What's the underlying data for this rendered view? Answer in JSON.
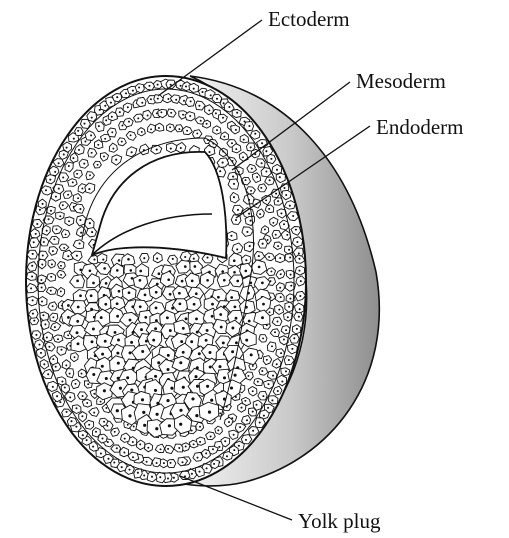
{
  "diagram": {
    "labels": {
      "ectoderm": "Ectoderm",
      "mesoderm": "Mesoderm",
      "endoderm": "Endoderm",
      "yolk_plug": "Yolk plug"
    },
    "colors": {
      "ink": "#111111",
      "paper": "#ffffff",
      "shade_dark": "#8a8a8a",
      "shade_light": "#f2f2f2"
    }
  }
}
